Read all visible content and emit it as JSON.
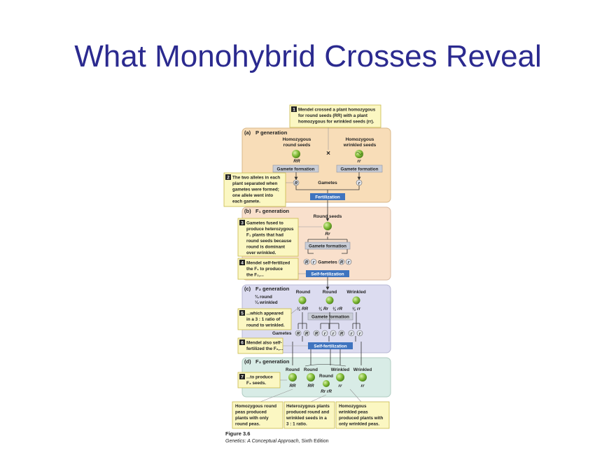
{
  "title": "What Monohybrid Crosses Reveal",
  "colors": {
    "title": "#2b2a8f",
    "panel_p": "#f8ddb8",
    "panel_f1": "#f9e0cc",
    "panel_f2": "#dcdcf0",
    "panel_f3": "#d8ece6",
    "note": "#fbf7c2",
    "note_border": "#c9b94a",
    "gray_box": "#c9cdd6",
    "blue_box": "#3f74bf",
    "seed": "#7cb833"
  },
  "figure": {
    "notes": [
      {
        "num": "1",
        "lines": [
          "Mendel crossed a plant homozygous",
          "for round seeds (RR) with a plant",
          "homozygous for wrinkled seeds (rr)."
        ]
      },
      {
        "num": "2",
        "lines": [
          "The two alleles in each",
          "plant separated when",
          "gametes were formed;",
          "one allele went into",
          "each gamete."
        ]
      },
      {
        "num": "3",
        "lines": [
          "Gametes fused to",
          "produce heterozygous",
          "F₁ plants that had",
          "round seeds because",
          "round is dominant",
          "over wrinkled."
        ]
      },
      {
        "num": "4",
        "lines": [
          "Mendel self-fertilized",
          "the F₁ to produce",
          "the F₂,..."
        ]
      },
      {
        "num": "5",
        "lines": [
          "...which appeared",
          "in a 3 : 1 ratio of",
          "round to wrinkled."
        ]
      },
      {
        "num": "6",
        "lines": [
          "Mendel also self-",
          "fertilized the F₂,..."
        ]
      },
      {
        "num": "7",
        "lines": [
          "...to produce",
          "F₃ seeds."
        ]
      }
    ],
    "panel_a": {
      "label": "(a)",
      "heading": "P generation",
      "left_parent": [
        "Homozygous",
        "round seeds"
      ],
      "left_genotype": "RR",
      "right_parent": [
        "Homozygous",
        "wrinkled seeds"
      ],
      "right_genotype": "rr",
      "cross_symbol": "×",
      "gamete_formation": "Gamete formation",
      "gamete_left": "R",
      "gamete_right": "r",
      "gametes_label": "Gametes",
      "fertilization": "Fertilization"
    },
    "panel_b": {
      "label": "(b)",
      "heading": "F₁ generation",
      "seed_label": "Round seeds",
      "genotype": "Rr",
      "gamete_formation": "Gamete formation",
      "gametes": [
        "R",
        "r",
        "R",
        "r"
      ],
      "gametes_label": "Gametes",
      "self_fertilization": "Self-fertilization"
    },
    "panel_c": {
      "label": "(c)",
      "heading": "F₂ generation",
      "ratio": [
        "¾ round",
        "¼ wrinkled"
      ],
      "phenotypes": [
        "Round",
        "Round",
        "Wrinkled"
      ],
      "genotypes": [
        "¼ RR",
        "¼ Rr",
        "¼ rR",
        "¼ rr"
      ],
      "gamete_formation": "Gamete formation",
      "gametes_label": "Gametes",
      "gametes": [
        "R",
        "R",
        "R",
        "r",
        "r",
        "R",
        "r",
        "r"
      ],
      "self_fertilization": "Self-fertilization"
    },
    "panel_d": {
      "label": "(d)",
      "heading": "F₃ generation",
      "phenotypes": [
        "Round",
        "Round",
        "Round",
        "Wrinkled",
        "Wrinkled"
      ],
      "genotypes": [
        "RR",
        "RR",
        "Rr rR",
        "rr",
        "rr"
      ]
    },
    "bottom_notes": [
      [
        "Homozygous round",
        "peas produced",
        "plants with only",
        "round peas."
      ],
      [
        "Heterozygous plants",
        "produced round and",
        "wrinkled seeds in a",
        "3 : 1 ratio."
      ],
      [
        "Homozygous",
        "wrinkled peas",
        "produced plants with",
        "only wrinkled peas."
      ]
    ],
    "caption": "Figure 3.6",
    "source_italic": "Genetics: A Conceptual Approach,",
    "source_rest": " Sixth Edition"
  }
}
